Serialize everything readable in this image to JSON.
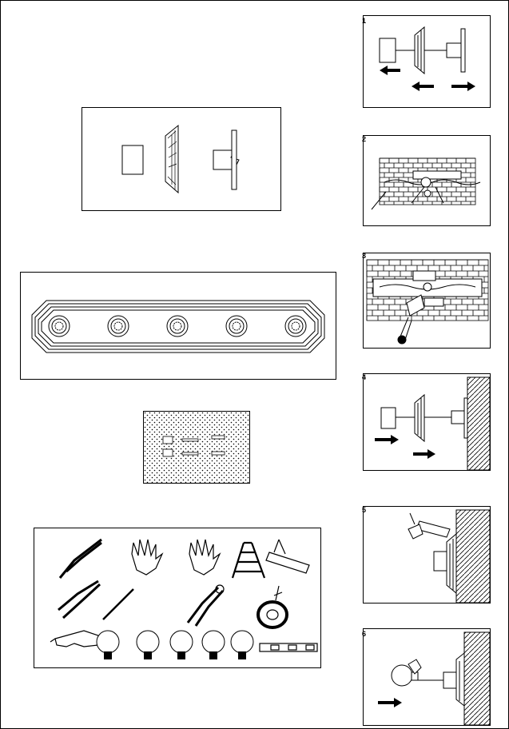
{
  "colors": {
    "ink": "#000000",
    "paper": "#ffffff"
  },
  "steps": [
    {
      "number": "1"
    },
    {
      "number": "2"
    },
    {
      "number": "3"
    },
    {
      "number": "4"
    },
    {
      "number": "5"
    },
    {
      "number": "6"
    }
  ],
  "bulb_count": 5,
  "tools": [
    "needle-nose-pliers",
    "glove-left",
    "glove-right",
    "step-ladder",
    "caulking-gun",
    "wire-cutters",
    "screwdriver",
    "wire-strippers",
    "electrical-tape",
    "safety-glasses",
    "light-bulb",
    "level"
  ]
}
